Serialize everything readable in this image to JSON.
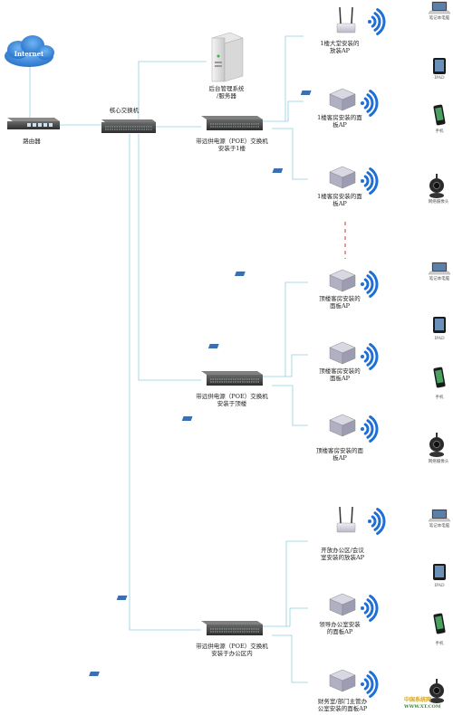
{
  "cloud_label": "Internet",
  "router_label": "路由器",
  "core_switch_label": "核心交换机",
  "server_label": [
    "后台管理系统",
    "/服务器"
  ],
  "poe_switches": [
    [
      "带远供电源（POE）交换机",
      "安装于1楼"
    ],
    [
      "带远供电源（POE）交换机",
      "安装于顶楼"
    ],
    [
      "带远供电源（POE）交换机",
      "安装于办公区内"
    ]
  ],
  "ap_labels": [
    [
      "1楼大堂安装的",
      "放装AP"
    ],
    [
      "1楼客房安装的面",
      "板AP"
    ],
    [
      "1楼客房安装的面",
      "板AP"
    ],
    [
      "顶楼客房安装的",
      "面板AP"
    ],
    [
      "顶楼客房安装的",
      "面板AP"
    ],
    [
      "顶楼客房安装的面",
      "板AP"
    ],
    [
      "开放办公区/会议",
      "室安装的放装AP"
    ],
    [
      "领导办公室安装",
      "的面板AP"
    ],
    [
      "财务室/部门主管办",
      "公室安装的面板AP"
    ]
  ],
  "device_labels": [
    "笔记本电脑",
    "IPAD",
    "手机",
    "网络摄像头"
  ],
  "watermark": [
    "中国系统网",
    "WWW.XT.COM"
  ],
  "colors": {
    "line": "#8fcfe0",
    "wifi": "#1f6fd6",
    "cloud": "#3d8fe0",
    "switch": "#4a4a4a",
    "dash": "#c0392b"
  }
}
